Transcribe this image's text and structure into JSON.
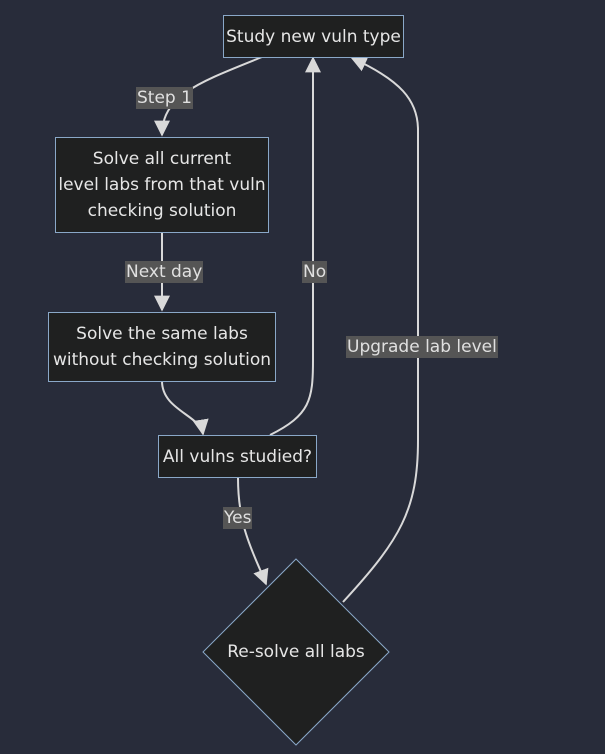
{
  "nodes": {
    "study": "Study new vuln type",
    "solve_current": "Solve all current\nlevel labs from that vuln\nchecking solution",
    "solve_same": "Solve the same labs\nwithout checking solution",
    "all_studied": "All vulns studied?",
    "resolve": "Re-solve all labs"
  },
  "edges": {
    "step1": "Step 1",
    "next_day": "Next day",
    "no": "No",
    "yes": "Yes",
    "upgrade": "Upgrade lab level"
  },
  "colors": {
    "background": "#282c3a",
    "node_fill": "#1f2020",
    "node_border": "#8aa8c8",
    "edge": "#d9d9d9",
    "label_bg": "#555555"
  }
}
